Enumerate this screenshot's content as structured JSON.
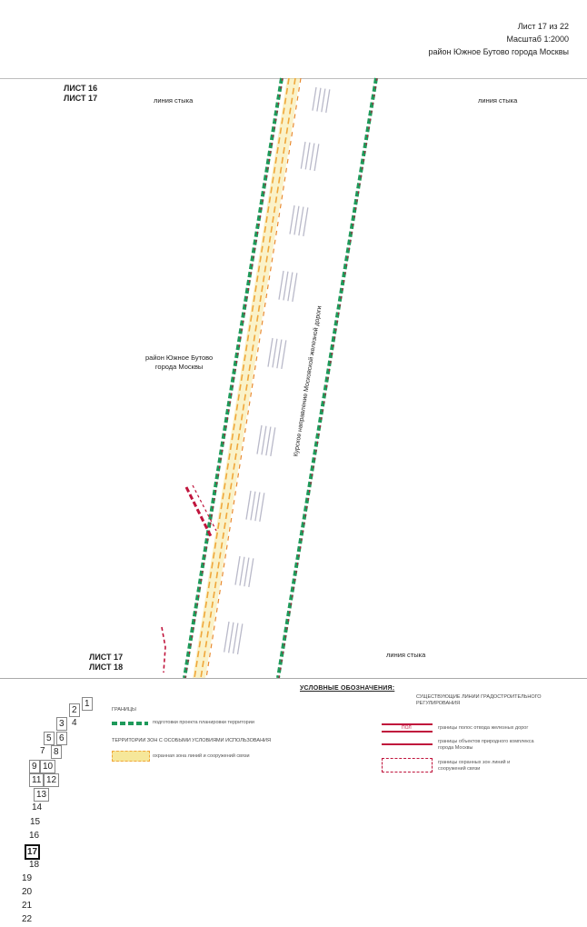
{
  "header": {
    "sheet": "Лист 17 из 22",
    "scale": "Масштаб 1:2000",
    "district": "район Южное Бутово города Москвы"
  },
  "map": {
    "sheet_top": [
      "ЛИСТ 16",
      "ЛИСТ 17"
    ],
    "sheet_bottom": [
      "ЛИСТ 17",
      "ЛИСТ 18"
    ],
    "joint_line": "линия стыка",
    "area_label": [
      "район Южное Бутово",
      "города Москвы"
    ],
    "railway_label": "Курское направление Московской железной дороги",
    "colors": {
      "green_boundary": "#1e9a5a",
      "red_boundary": "#c0143c",
      "yellow_zone": "#f3df7a",
      "orange_line": "#f0a73a"
    }
  },
  "legend": {
    "title": "УСЛОВНЫЕ ОБОЗНАЧЕНИЯ:",
    "boundaries": "ГРАНИЦЫ",
    "project_boundary": "подготовки проекта планировки территории",
    "zones_title": "ТЕРРИТОРИИ ЗОН С ОСОБЫМИ УСЛОВИЯМИ ИСПОЛЬЗОВАНИЯ",
    "zone_item": "охранная зона линий и сооружений связи",
    "existing_title": "СУЩЕСТВУЮЩИЕ ЛИНИИ ГРАДОСТРОИТЕЛЬНОГО РЕГУЛИРОВАНИЯ",
    "rail_strip": "границы полос отвода железных дорог",
    "natural": "границы объектов природного комплекса города Москвы",
    "comm_zone": "границы охранных зон линий и сооружений связи"
  },
  "sheet_index": {
    "items": [
      "1",
      "2",
      "3",
      "4",
      "5",
      "6",
      "7",
      "8",
      "9",
      "10",
      "11",
      "12",
      "13",
      "14",
      "15",
      "16",
      "17",
      "18",
      "19",
      "20",
      "21",
      "22"
    ],
    "current": "17"
  }
}
